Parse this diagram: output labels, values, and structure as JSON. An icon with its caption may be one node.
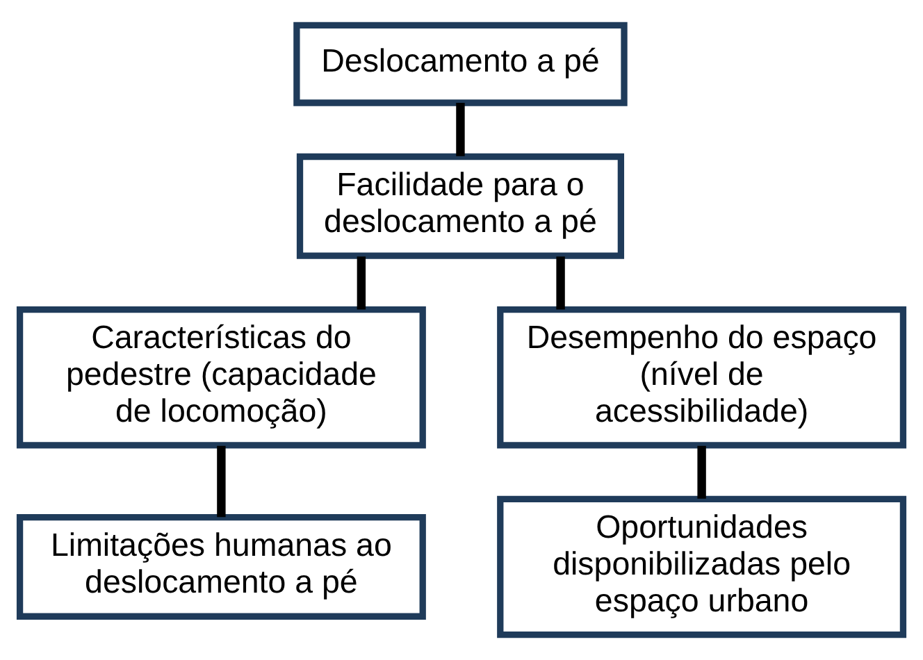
{
  "diagram": {
    "nodes": [
      {
        "text": [
          "Deslocamento a pé"
        ]
      },
      {
        "text": [
          "Facilidade para o deslocamento a pé"
        ]
      },
      {
        "text": [
          "Características do pedestre (capacidade de locomoção)"
        ]
      },
      {
        "text": [
          "Desempenho do espaço (nível de acessibilidade)"
        ]
      },
      {
        "text": [
          "Limitações humanas ao deslocamento a pé"
        ]
      },
      {
        "text": [
          "Oportunidades disponibilizadas pelo espaço urbano"
        ]
      }
    ],
    "edges": [
      {
        "from": 0,
        "to": 1,
        "arrow": "none"
      },
      {
        "from": 1,
        "to": 2,
        "arrow": "none"
      },
      {
        "from": 1,
        "to": 3,
        "arrow": "none"
      },
      {
        "from": 2,
        "to": 4,
        "arrow": "none"
      },
      {
        "from": 3,
        "to": 5,
        "arrow": "none"
      }
    ]
  }
}
